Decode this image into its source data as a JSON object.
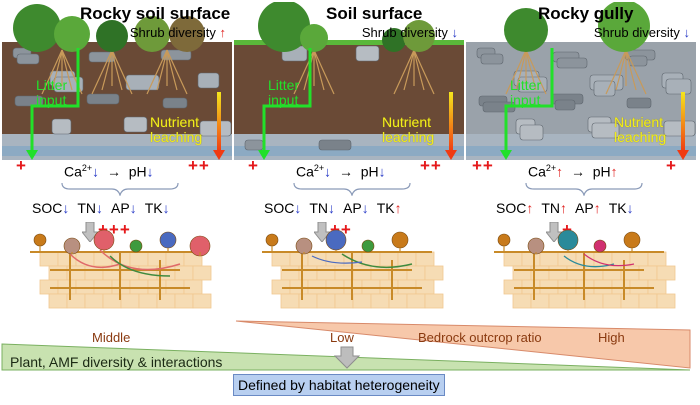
{
  "panels": [
    {
      "title": "Rocky soil surface",
      "shrub_label": "Shrub diversity",
      "shrub_trend": "↑",
      "litter_label": [
        "Litter",
        "input"
      ],
      "nutrient_label": [
        "Nutrient",
        "leaching"
      ],
      "litter_plus": "+",
      "leaching_plus": "++",
      "ca_label": "Ca",
      "ca_sup": "2+",
      "ca_trend": "↓",
      "arrow": "→",
      "ph_label": "pH",
      "ph_trend": "↓",
      "nutrients": [
        {
          "name": "SOC",
          "trend": "↓"
        },
        {
          "name": "TN",
          "trend": "↓"
        },
        {
          "name": "AP",
          "trend": "↓"
        },
        {
          "name": "TK",
          "trend": "↓"
        }
      ],
      "amf_plus": "+++"
    },
    {
      "title": "Soil surface",
      "shrub_label": "Shrub diversity",
      "shrub_trend": "↓",
      "litter_label": [
        "Litter",
        "input"
      ],
      "nutrient_label": [
        "Nutrient",
        "leaching"
      ],
      "litter_plus": "+",
      "leaching_plus": "++",
      "ca_label": "Ca",
      "ca_sup": "2+",
      "ca_trend": "↓",
      "arrow": "→",
      "ph_label": "pH",
      "ph_trend": "↓",
      "nutrients": [
        {
          "name": "SOC",
          "trend": "↓"
        },
        {
          "name": "TN",
          "trend": "↓"
        },
        {
          "name": "AP",
          "trend": "↓"
        },
        {
          "name": "TK",
          "trend": "↑"
        }
      ],
      "amf_plus": "++"
    },
    {
      "title": "Rocky gully",
      "shrub_label": "Shrub diversity",
      "shrub_trend": "↓",
      "litter_label": [
        "Litter",
        "input"
      ],
      "nutrient_label": [
        "Nutrient",
        "leaching"
      ],
      "litter_plus": "++",
      "leaching_plus": "+",
      "ca_label": "Ca",
      "ca_sup": "2+",
      "ca_trend": "↑",
      "arrow": "→",
      "ph_label": "pH",
      "ph_trend": "↑",
      "nutrients": [
        {
          "name": "SOC",
          "trend": "↑"
        },
        {
          "name": "TN",
          "trend": "↑"
        },
        {
          "name": "AP",
          "trend": "↑"
        },
        {
          "name": "TK",
          "trend": "↓"
        }
      ],
      "amf_plus": "+"
    }
  ],
  "bedrock_wedge": {
    "middle": "Middle",
    "low": "Low",
    "label": "Bedrock outcrop ratio",
    "high": "High"
  },
  "green_wedge": {
    "label": "Plant, AMF diversity & interactions"
  },
  "footer_box": "Defined by habitat heterogeneity",
  "colors": {
    "increase": "#e0201e",
    "decrease": "#2a3cc8",
    "litter_arrow": "#22e02a",
    "leaching_top": "#f5e61c",
    "leaching_bottom": "#f03a12",
    "bedrock_wedge": "#f7c8aa",
    "green_wedge": "#c8e2b0",
    "footer_box": "#b8cff0"
  },
  "icons": {
    "trend_up": "arrow-up-icon",
    "trend_down": "arrow-down-icon",
    "flow": "grey-down-arrow-icon"
  }
}
